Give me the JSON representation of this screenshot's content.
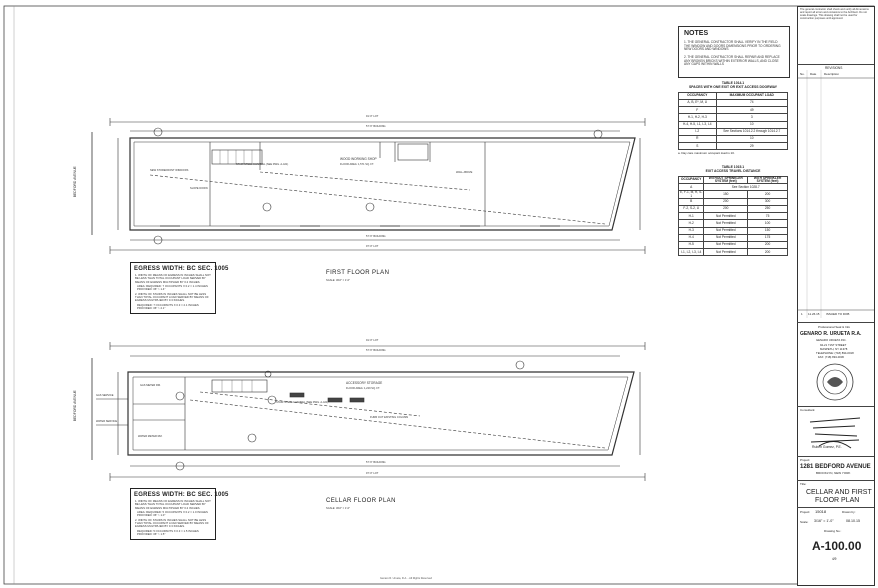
{
  "notes": {
    "title": "NOTES",
    "items": [
      "1. THE GENERAL CONTRACTOR SHALL VERIFY IN THE FIELD THE WINDOW AND DOORS DIMENSIONS PRIOR TO ORDERING NEW DOORS AND WINDOWS",
      "2. THE GENERAL CONTRACTOR SHALL REPAIR AND REPLACE ANY BROKEN BRICKS WITHIN EXTERIOR WALLS, AND CLOSE ANY GAPS WITHIN WALLS"
    ]
  },
  "table_1014": {
    "caption_line1": "TABLE 1014.1",
    "caption_line2": "SPACES WITH ONE EXIT OR EXIT ACCESS DOORWAY",
    "headers": [
      "OCCUPANCY",
      "MAXIMUM OCCUPANT LOAD"
    ],
    "rows": [
      [
        "A, B, E*, M, U",
        "74"
      ],
      [
        "F",
        "49"
      ],
      [
        "H-1, H-2, H-3",
        "3"
      ],
      [
        "H-4, H-5, I-1, I-3, I-4",
        "10"
      ],
      [
        "I-2",
        "See Sections 1014.2.2 through 1014.2.7"
      ],
      [
        "R",
        "10"
      ],
      [
        "S",
        "29"
      ]
    ],
    "footnote": "a. Day care maximum occupant load is 10."
  },
  "table_1015": {
    "caption_line1": "TABLE 1015.1",
    "caption_line2": "EXIT ACCESS TRAVEL DISTANCE",
    "headers": [
      "OCCUPANCY",
      "WITHOUT SPRINKLER SYSTEM (feet)",
      "WITH SPRINKLER SYSTEM (feet)"
    ],
    "rows": [
      [
        "A",
        "See Section 1028.7",
        ""
      ],
      [
        "E, F-1, M, R, S-1",
        "150",
        "200"
      ],
      [
        "B",
        "200",
        "300"
      ],
      [
        "F-2, S-2, U",
        "200",
        "250"
      ],
      [
        "H-1",
        "Not Permitted",
        "75"
      ],
      [
        "H-2",
        "Not Permitted",
        "100"
      ],
      [
        "H-3",
        "Not Permitted",
        "150"
      ],
      [
        "H-4",
        "Not Permitted",
        "175"
      ],
      [
        "H-5",
        "Not Permitted",
        "200"
      ],
      [
        "I-1, I-2, I-3, I-4",
        "Not Permitted",
        "200"
      ]
    ]
  },
  "first_floor": {
    "title": "FIRST FLOOR PLAN",
    "scale": "SCALE: 3/16\" = 1'-0\"",
    "street": "BEDFORD AVENUE",
    "labels": {
      "stair": "STAIR STEEL CHANNEL (SEE DWG. A-421)",
      "shop": "WOOD WORKING SHOP",
      "shop_detail": "FLOOR AREA: 1,571 SQ. FT.",
      "storefront": "NEW STOREFRONT WINDOWS",
      "slope": "SLOPE DOWN",
      "wall_above": "WALL ABOVE",
      "lot": "91'-0\" LOT",
      "building": "57'-6\" BUILDING",
      "lot_bottom": "97'-0\" LOT"
    }
  },
  "cellar_floor": {
    "title": "CELLAR FLOOR PLAN",
    "scale": "SCALE: 3/16\" = 1'-0\"",
    "street": "BEDFORD AVENUE",
    "labels": {
      "gas_meter": "GAS METER RM.",
      "water_meter": "WATER METER RM.",
      "gas_service": "GAS SERVICE",
      "water_service": "WATER SERVICE",
      "stair": "STAIR STEEL CHANNEL (SEE DWG. A-421)",
      "storage": "ACCESSORY STORAGE",
      "storage_detail": "FLOOR AREA: 1,229 SQ. FT.",
      "furr": "FURR OUT EXISTING COLUMN",
      "lot": "91'-0\" LOT",
      "building": "57'-6\" BUILDING",
      "lot_bottom": "97'-0\" LOT"
    }
  },
  "egress_1": {
    "title": "EGRESS WIDTH: BC SEC. 1005",
    "lines": [
      "1. WIDTH OF MEANS OF EGRESS IN INCHES SHALL NOT BE LESS THAN TOTAL OCCUPANT LOAD SERVED BY MEANS OF EGRESS MULTIPLIED BY 0.2 INCHES.",
      "AREA: REQUIRED: 7 OCCUPANTS X 0.2 = 1.4 INCHES PROVIDED: 36\" > 1.4\"",
      "2. WIDTH OF STAIRS IN INCHES SHALL NOT BE LESS THAN TOTAL OCCUPANT LOAD SERVED BY MEANS OF EGRESS MULTIPLIED BY 0.3 INCHES.",
      "REQUIRED: 7 OCCUPANTS X 0.3 = 2.1 INCHES PROVIDED: 36\" > 2.1\""
    ]
  },
  "egress_2": {
    "title": "EGRESS WIDTH: BC SEC. 1005",
    "lines": [
      "1. WIDTH OF MEANS OF EGRESS IN INCHES SHALL NOT BE LESS THAN TOTAL OCCUPANT LOAD SERVED BY MEANS OF EGRESS MULTIPLIED BY 0.2 INCHES.",
      "AREA: REQUIRED: 5 OCCUPANTS X 0.2 = 1.0 INCHES PROVIDED: 36\" > 1.0\"",
      "2. WIDTH OF STAIRS IN INCHES SHALL NOT BE LESS THAN TOTAL OCCUPANT LOAD SERVED BY MEANS OF EGRESS MULTIPLIED BY 0.3 INCHES.",
      "REQUIRED: 5 OCCUPANTS X 0.3 = 1.5 INCHES PROVIDED: 36\" > 1.5\""
    ]
  },
  "title_block": {
    "general_note": "The general contractor shall check and verify all dimensions and report all errors and omissions to the Architect. Do not scale drawings. This drawing shall not be used for construction purposes until approved.",
    "revisions_label": "REVISIONS",
    "rev_headers": [
      "No.",
      "Date",
      "Description"
    ],
    "issue_row": [
      "1",
      "11.26.15",
      "ISSUED TO DOB"
    ],
    "professional_label": "Professional Seal & Info",
    "firm": "GENARO R. URUETA R.A.",
    "firm_sub": "GENARO URUETA INC.",
    "address": "94-21 71ST STREET",
    "city": "MASPETH, NY 11378",
    "phone": "TELEPHONE: (718) 894-0018",
    "fax": "FAX: (718) 894-0036",
    "consultant_label": "Consultant:",
    "consultant_name": "Ruben Gomez, P.E.",
    "project_label": "Project:",
    "project": "1281 BEDFORD AVENUE",
    "project_city": "BROOKLYN, NEW YORK",
    "title_label": "Title:",
    "sheet_title_1": "CELLAR AND FIRST",
    "sheet_title_2": "FLOOR PLAN",
    "project_no_label": "Project:",
    "project_no": "15018",
    "drawn_label": "Drawn by:",
    "scale_label": "Scale:",
    "scale_value": "3/16\" = 1'-0\"",
    "date_value": "08.10.15",
    "drawing_no_label": "Drawing No.:",
    "drawing_no": "A-100.00",
    "sheet": "4/9"
  },
  "footer": "Genaro R. Urueta, R.A. - All Rights Reserved"
}
